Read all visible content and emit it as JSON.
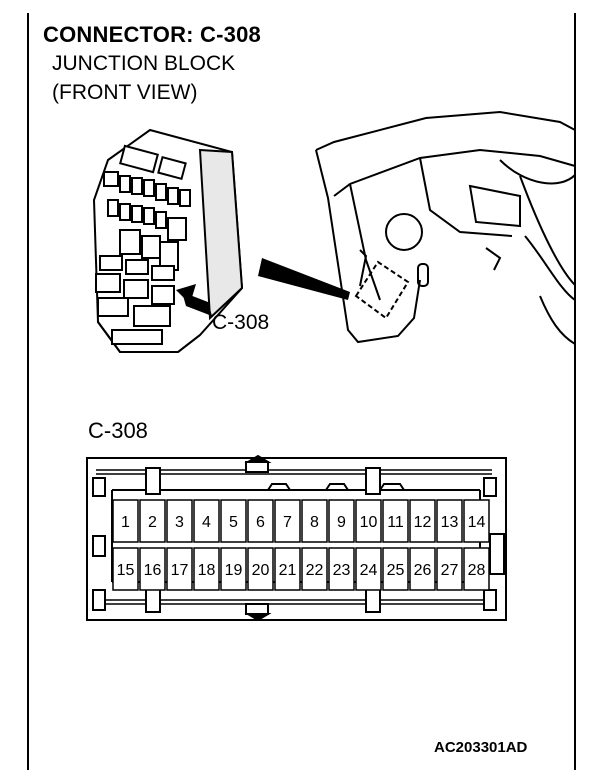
{
  "header": {
    "title": "CONNECTOR: C-308",
    "subtitle_line1": "JUNCTION BLOCK",
    "subtitle_line2": "(FRONT VIEW)"
  },
  "illustration": {
    "callout_label": "C-308"
  },
  "connector": {
    "label": "C-308",
    "pins_top": [
      "1",
      "2",
      "3",
      "4",
      "5",
      "6",
      "7",
      "8",
      "9",
      "10",
      "11",
      "12",
      "13",
      "14"
    ],
    "pins_bottom": [
      "15",
      "16",
      "17",
      "18",
      "19",
      "20",
      "21",
      "22",
      "23",
      "24",
      "25",
      "26",
      "27",
      "28"
    ]
  },
  "footer": {
    "figure_id": "AC203301AD"
  }
}
